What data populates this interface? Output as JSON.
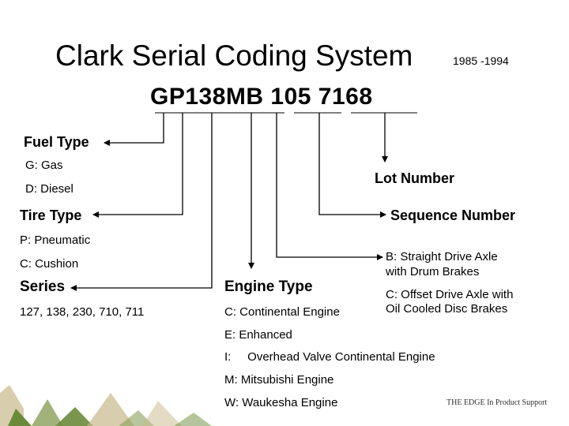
{
  "title": "Clark Serial Coding System",
  "years": "1985 -1994",
  "serial_code": "GP138MB 105 7168",
  "fuel_type": {
    "label": "Fuel Type",
    "options": [
      "G:  Gas",
      "D:  Diesel"
    ]
  },
  "tire_type": {
    "label": "Tire Type",
    "options": [
      "P:  Pneumatic",
      "C:  Cushion"
    ]
  },
  "series": {
    "label": "Series",
    "values": "127, 138, 230, 710, 711"
  },
  "engine_type": {
    "label": "Engine Type",
    "options": [
      "C:  Continental Engine",
      "E:  Enhanced",
      "I:     Overhead Valve Continental Engine",
      "M:  Mitsubishi Engine",
      "W:  Waukesha Engine"
    ]
  },
  "lot_number": {
    "label": "Lot Number"
  },
  "sequence_number": {
    "label": "Sequence Number"
  },
  "brakes": {
    "b_line1": "B:  Straight Drive Axle",
    "b_line2": "with Drum Brakes",
    "c_line1": "C:  Offset Drive Axle with",
    "c_line2": "Oil Cooled Disc Brakes"
  },
  "footer": "THE EDGE In Product Support",
  "colors": {
    "text": "#000000",
    "logo_green": "#6b8a3a",
    "logo_tan": "#c8b88a"
  }
}
